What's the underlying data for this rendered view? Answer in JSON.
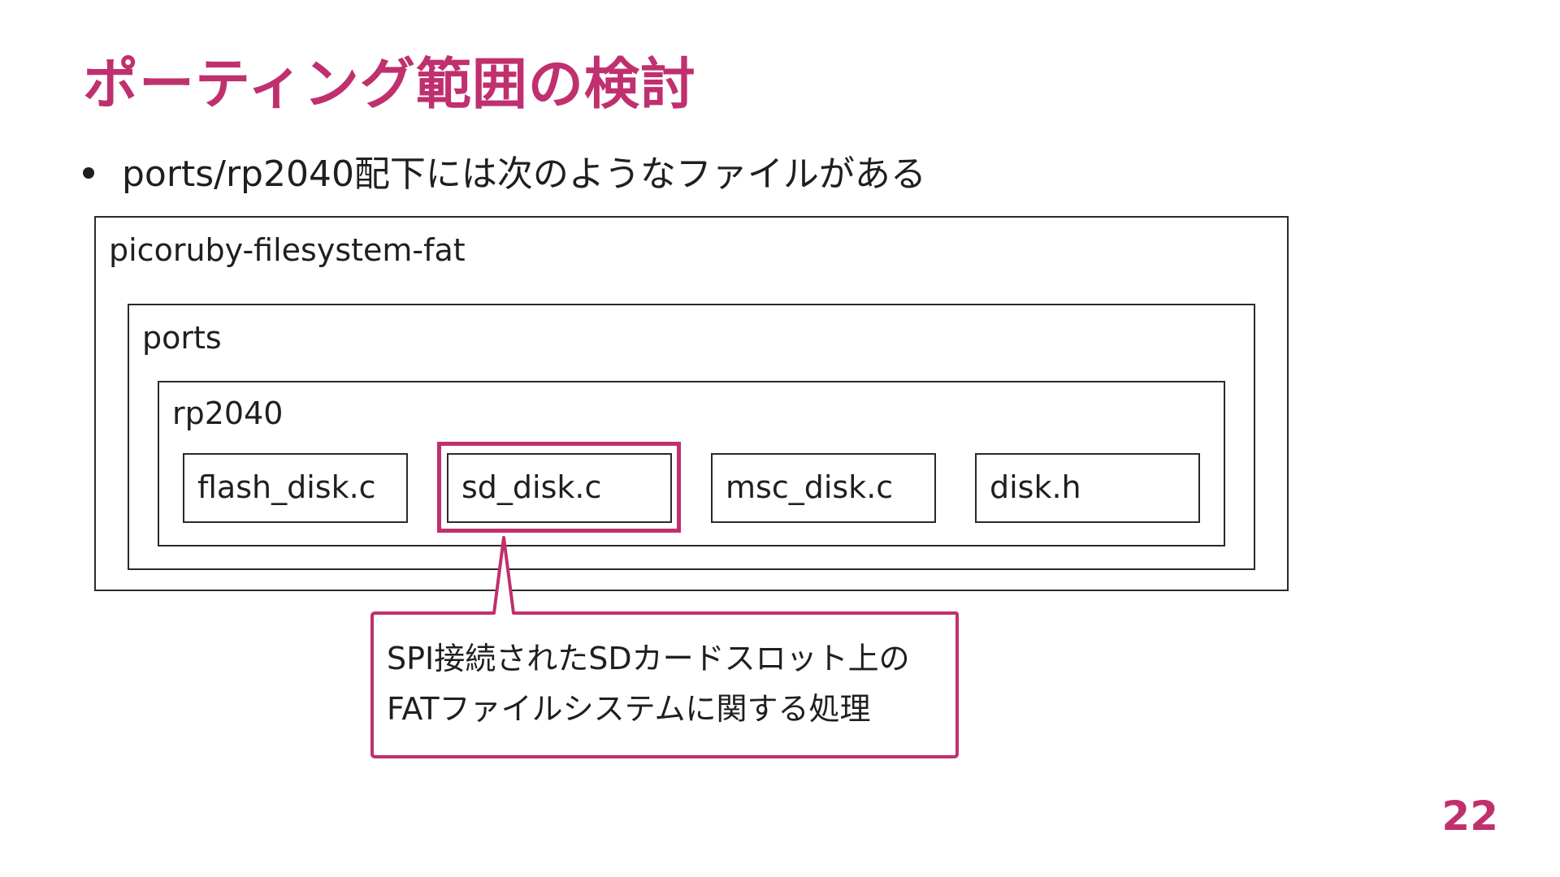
{
  "slide": {
    "title": "ポーティング範囲の検討",
    "bullet": "ports/rp2040配下には次のようなファイルがある",
    "page_number": "22"
  },
  "diagram": {
    "outer_label": "picoruby-filesystem-fat",
    "ports_label": "ports",
    "rp2040_label": "rp2040",
    "files": [
      "flash_disk.c",
      "sd_disk.c",
      "msc_disk.c",
      "disk.h"
    ],
    "highlighted_file": "sd_disk.c",
    "callout": {
      "line1": "SPI接続されたSDカードスロット上の",
      "line2": "FATファイルシステムに関する処理"
    }
  },
  "colors": {
    "accent": "#c0306e",
    "border": "#2a2a2a",
    "text": "#1f1f1f"
  }
}
